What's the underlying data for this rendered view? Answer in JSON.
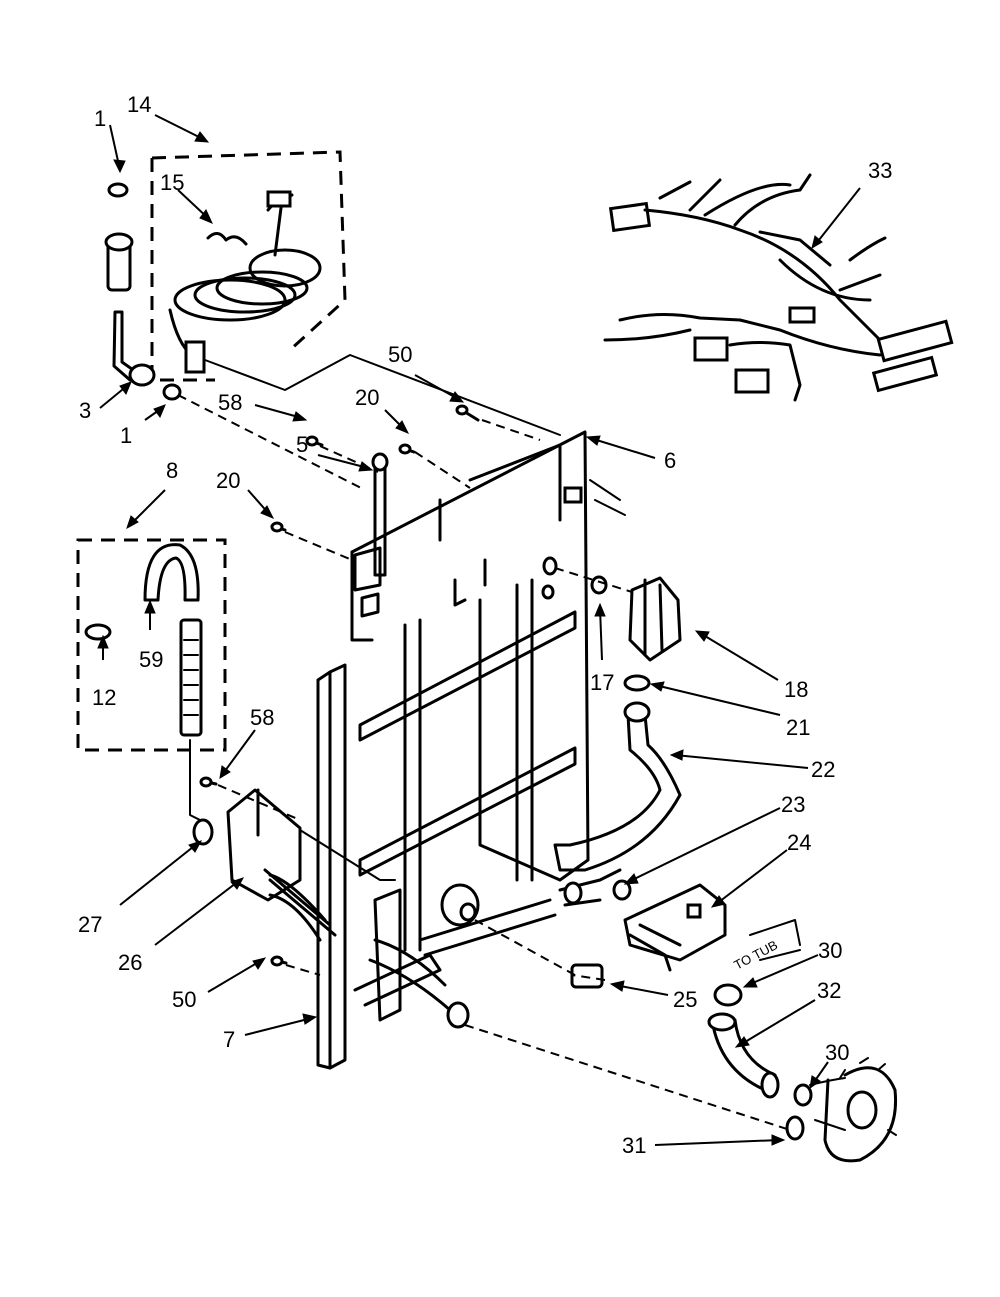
{
  "callouts": {
    "c1a": "1",
    "c14": "14",
    "c15": "15",
    "c33": "33",
    "c3": "3",
    "c1b": "1",
    "c50a": "50",
    "c58a": "58",
    "c20a": "20",
    "c5": "5",
    "c6": "6",
    "c8": "8",
    "c20b": "20",
    "c17": "17",
    "c18": "18",
    "c12": "12",
    "c59": "59",
    "c21": "21",
    "c22": "22",
    "c58b": "58",
    "c23": "23",
    "c24": "24",
    "c27": "27",
    "c26": "26",
    "c30a": "30",
    "c25": "25",
    "c50b": "50",
    "c32": "32",
    "c30b": "30",
    "c7": "7",
    "c31": "31"
  },
  "annotations": {
    "to_tub": "TO TUB"
  }
}
